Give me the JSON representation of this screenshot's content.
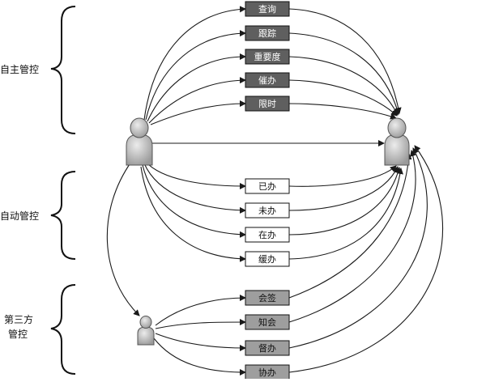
{
  "groups": {
    "self_control": "自主管控",
    "auto_control": "自动管控",
    "third_party_line1": "第三方",
    "third_party_line2": "管控"
  },
  "self_boxes": [
    "查询",
    "跟踪",
    "重要度",
    "催办",
    "限时"
  ],
  "auto_boxes": [
    "已办",
    "未办",
    "在办",
    "缓办"
  ],
  "third_boxes": [
    "会签",
    "知会",
    "督办",
    "协办"
  ],
  "colors": {
    "dark_box": "#5f5f5f",
    "mid_box": "#9e9e9e",
    "light_box": "#ffffff",
    "line": "#1a1a1a",
    "person": "#b8b8b8"
  },
  "icons": [
    "person-icon",
    "person-icon",
    "person-icon"
  ]
}
